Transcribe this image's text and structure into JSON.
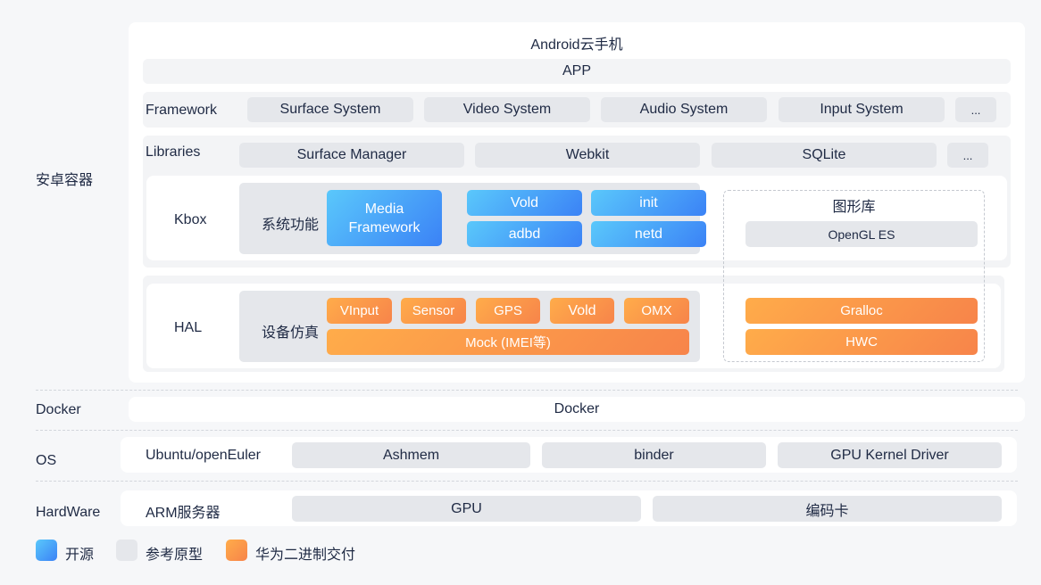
{
  "side_labels": {
    "android_container": "安卓容器",
    "docker": "Docker",
    "os": "OS",
    "hardware": "HardWare"
  },
  "android": {
    "title": "Android云手机",
    "app": "APP",
    "framework": {
      "label": "Framework",
      "items": [
        "Surface System",
        "Video System",
        "Audio System",
        "Input System",
        "..."
      ]
    },
    "libraries": {
      "label": "Libraries",
      "items": [
        "Surface Manager",
        "Webkit",
        "SQLite",
        "..."
      ]
    },
    "kbox": {
      "label": "Kbox",
      "group_label": "系统功能",
      "media_framework": "Media Framework",
      "items": [
        "Vold",
        "init",
        "adbd",
        "netd"
      ]
    },
    "hal": {
      "label": "HAL",
      "group_label": "设备仿真",
      "items": [
        "VInput",
        "Sensor",
        "GPS",
        "Vold",
        "OMX"
      ],
      "mock": "Mock (IMEI等)"
    },
    "graphics": {
      "title": "图形库",
      "opengl": "OpenGL ES",
      "gralloc": "Gralloc",
      "hwc": "HWC"
    }
  },
  "docker": {
    "label": "Docker"
  },
  "os": {
    "name": "Ubuntu/openEuler",
    "items": [
      "Ashmem",
      "binder",
      "GPU Kernel Driver"
    ]
  },
  "hardware": {
    "name": "ARM服务器",
    "items": [
      "GPU",
      "编码卡"
    ]
  },
  "legend": [
    {
      "label": "开源",
      "color": "#4f9ff8"
    },
    {
      "label": "参考原型",
      "color": "#e5e7eb"
    },
    {
      "label": "华为二进制交付",
      "color": "#fb9a48"
    }
  ]
}
